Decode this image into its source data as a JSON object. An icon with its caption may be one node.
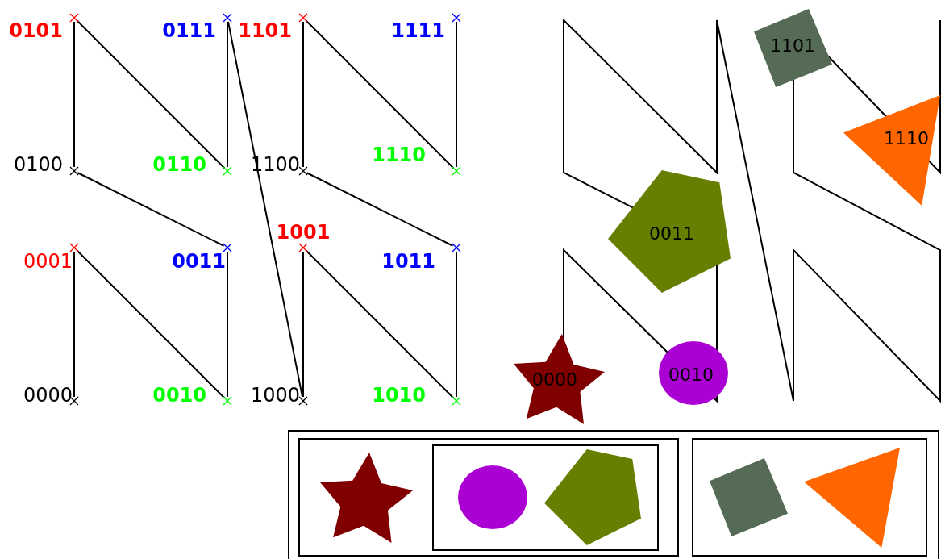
{
  "diagram": {
    "nodes": [
      {
        "text": [],
        "shape": "cross",
        "beside": [
          "0000"
        ]
      },
      {
        "text": [],
        "shape": "cross",
        "beside": [
          "0001"
        ]
      },
      {
        "text": [],
        "shape": "cross",
        "beside": [
          "0010"
        ]
      },
      {
        "text": [],
        "shape": "cross",
        "beside": [
          "0011"
        ]
      },
      {
        "text": [],
        "shape": "cross",
        "beside": [
          "0100"
        ]
      },
      {
        "text": [],
        "shape": "cross",
        "beside": [
          "0101"
        ]
      },
      {
        "text": [],
        "shape": "cross",
        "beside": [
          "0110"
        ]
      },
      {
        "text": [],
        "shape": "cross",
        "beside": [
          "0111"
        ]
      },
      {
        "text": [],
        "shape": "cross",
        "beside": [
          "1000"
        ]
      },
      {
        "text": [],
        "shape": "cross",
        "beside": [
          "1001"
        ]
      },
      {
        "text": [],
        "shape": "cross",
        "beside": [
          "1010"
        ]
      },
      {
        "text": [],
        "shape": "cross",
        "beside": [
          "1011"
        ]
      },
      {
        "text": [],
        "shape": "cross",
        "beside": [
          "1100"
        ]
      },
      {
        "text": [],
        "shape": "cross",
        "beside": [
          "1101"
        ]
      },
      {
        "text": [],
        "shape": "cross",
        "beside": [
          "1110"
        ]
      },
      {
        "text": [],
        "shape": "cross",
        "beside": [
          "1111"
        ]
      },
      {
        "text": [
          "1101"
        ]
      },
      {
        "text": [
          "1110"
        ]
      },
      {
        "text": [
          "0011"
        ]
      },
      {
        "text": [
          "0000"
        ]
      },
      {
        "text": [
          "0010"
        ]
      },
      {
        "text": [],
        "shape": "box"
      },
      {
        "text": [],
        "shape": "box",
        "in": 21
      },
      {
        "text": [],
        "shape": "star",
        "in": 22
      },
      {
        "text": [],
        "shape": "box",
        "in": 22
      },
      {
        "text": [],
        "shape": "circle",
        "in": 24
      },
      {
        "text": [],
        "shape": "pentagon",
        "in": 24
      },
      {
        "text": [],
        "shape": "box",
        "in": 21
      },
      {
        "text": [],
        "shape": "square",
        "in": 27
      },
      {
        "text": [],
        "shape": "triangle",
        "in": 27
      }
    ],
    "edges": [
      {
        "from": 0,
        "to": 1,
        "arrow": "none"
      },
      {
        "from": 1,
        "to": 2,
        "arrow": "none"
      },
      {
        "from": 2,
        "to": 3,
        "arrow": "none"
      },
      {
        "from": 3,
        "to": 4,
        "arrow": "none"
      },
      {
        "from": 4,
        "to": 5,
        "arrow": "none"
      },
      {
        "from": 5,
        "to": 6,
        "arrow": "none"
      },
      {
        "from": 6,
        "to": 7,
        "arrow": "none"
      },
      {
        "from": 7,
        "to": 8,
        "arrow": "none"
      },
      {
        "from": 8,
        "to": 9,
        "arrow": "none"
      },
      {
        "from": 9,
        "to": 10,
        "arrow": "none"
      },
      {
        "from": 10,
        "to": 11,
        "arrow": "none"
      },
      {
        "from": 11,
        "to": 12,
        "arrow": "none"
      },
      {
        "from": 12,
        "to": 13,
        "arrow": "none"
      },
      {
        "from": 13,
        "to": 14,
        "arrow": "none"
      },
      {
        "from": 14,
        "to": 15,
        "arrow": "none"
      }
    ]
  }
}
